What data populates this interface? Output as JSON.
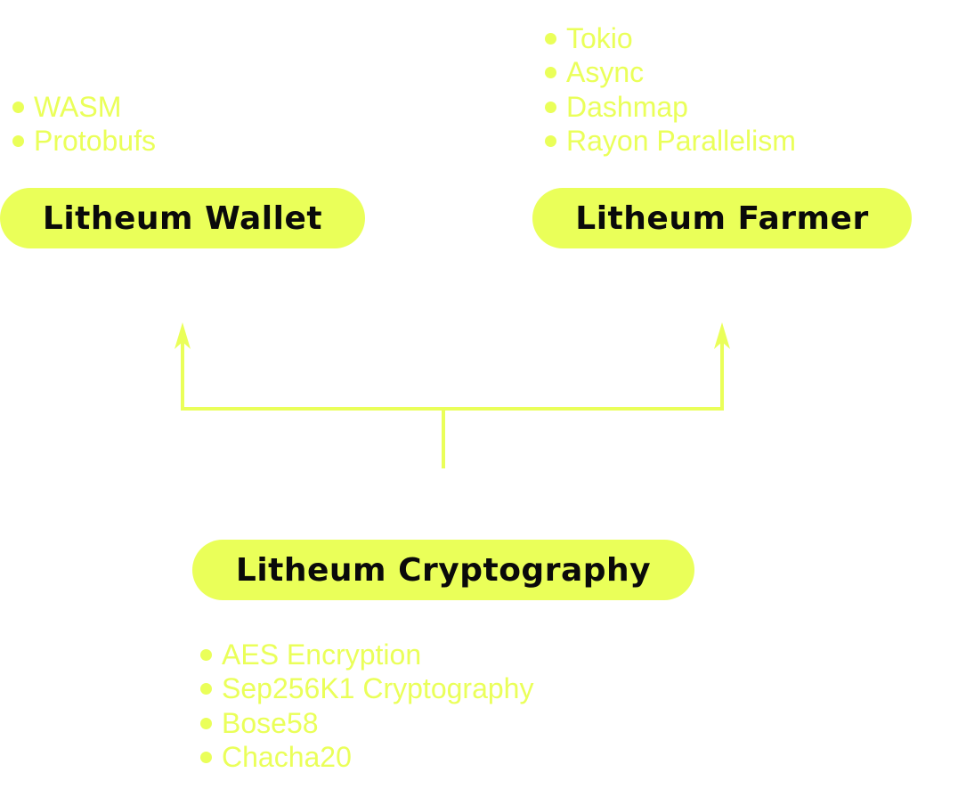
{
  "colors": {
    "accent": "#eaff59",
    "pill_text": "#0a0a0a",
    "background": "#ffffff"
  },
  "nodes": {
    "wallet": {
      "label": "Litheum Wallet",
      "items": [
        "WASM",
        "Protobufs"
      ]
    },
    "farmer": {
      "label": "Litheum Farmer",
      "items": [
        "Tokio",
        "Async",
        "Dashmap",
        "Rayon Parallelism"
      ]
    },
    "cryptography": {
      "label": "Litheum Cryptography",
      "items": [
        "AES Encryption",
        "Sep256K1 Cryptography",
        "Bose58",
        "Chacha20"
      ]
    }
  },
  "edges": [
    {
      "from": "cryptography",
      "to": "wallet"
    },
    {
      "from": "cryptography",
      "to": "farmer"
    }
  ]
}
